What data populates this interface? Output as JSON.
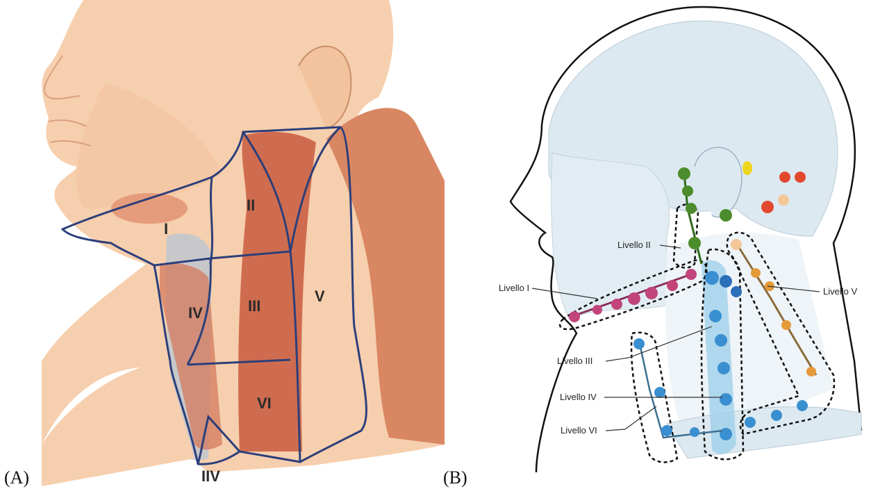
{
  "panel_a": {
    "caption": "(A)",
    "regions": [
      "I",
      "II",
      "III",
      "IV",
      "V",
      "VI",
      "IIV"
    ]
  },
  "panel_b": {
    "caption": "(B)",
    "levels": [
      "Livello I",
      "Livello II",
      "Livello III",
      "Livello IV",
      "Livello V",
      "Livello VI"
    ]
  },
  "colors": {
    "skin": "#f6cfae",
    "muscle": "#d97c5e",
    "outline": "#2c3f7a",
    "head_fill": "#dde9f0",
    "node_pink": "#c2457a",
    "node_green": "#4d8c2c",
    "node_blue": "#3a8fd0",
    "node_orange": "#e59a3a",
    "node_red": "#e2482e",
    "node_yellow": "#f0d51e"
  }
}
